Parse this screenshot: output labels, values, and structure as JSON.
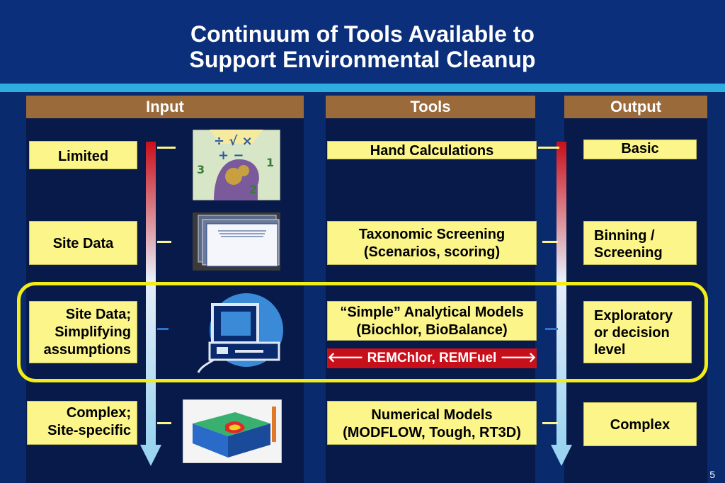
{
  "title": {
    "line1": "Continuum of Tools Available to",
    "line2": "Support Environmental Cleanup"
  },
  "columns": {
    "input": "Input",
    "tools": "Tools",
    "output": "Output"
  },
  "input_boxes": [
    {
      "lines": [
        "Limited"
      ]
    },
    {
      "lines": [
        "Site Data"
      ]
    },
    {
      "lines": [
        "Site Data;",
        "Simplifying",
        "assumptions"
      ]
    },
    {
      "lines": [
        "Complex;",
        "Site-specific"
      ]
    }
  ],
  "tool_boxes": [
    {
      "lines": [
        "Hand Calculations"
      ]
    },
    {
      "lines": [
        "Taxonomic Screening",
        "(Scenarios, scoring)"
      ]
    },
    {
      "lines": [
        "“Simple” Analytical Models",
        "(Biochlor, BioBalance)"
      ]
    },
    {
      "lines": [
        "Numerical Models",
        "(MODFLOW, Tough, RT3D)"
      ]
    }
  ],
  "remchlor_label": "🡐 REMChlor, REMFuel 🡒",
  "output_boxes": [
    {
      "lines": [
        "Basic"
      ]
    },
    {
      "lines": [
        "Binning /",
        "Screening"
      ]
    },
    {
      "lines": [
        "Exploratory",
        "or decision",
        "level"
      ]
    },
    {
      "lines": [
        "Complex"
      ]
    }
  ],
  "page_number": "5",
  "colors": {
    "background": "#0a2a6e",
    "box_fill": "#fbf58a",
    "header_fill": "#9a6a3a",
    "highlight": "#f2ec18",
    "remchlor_fill": "#c8101a"
  }
}
